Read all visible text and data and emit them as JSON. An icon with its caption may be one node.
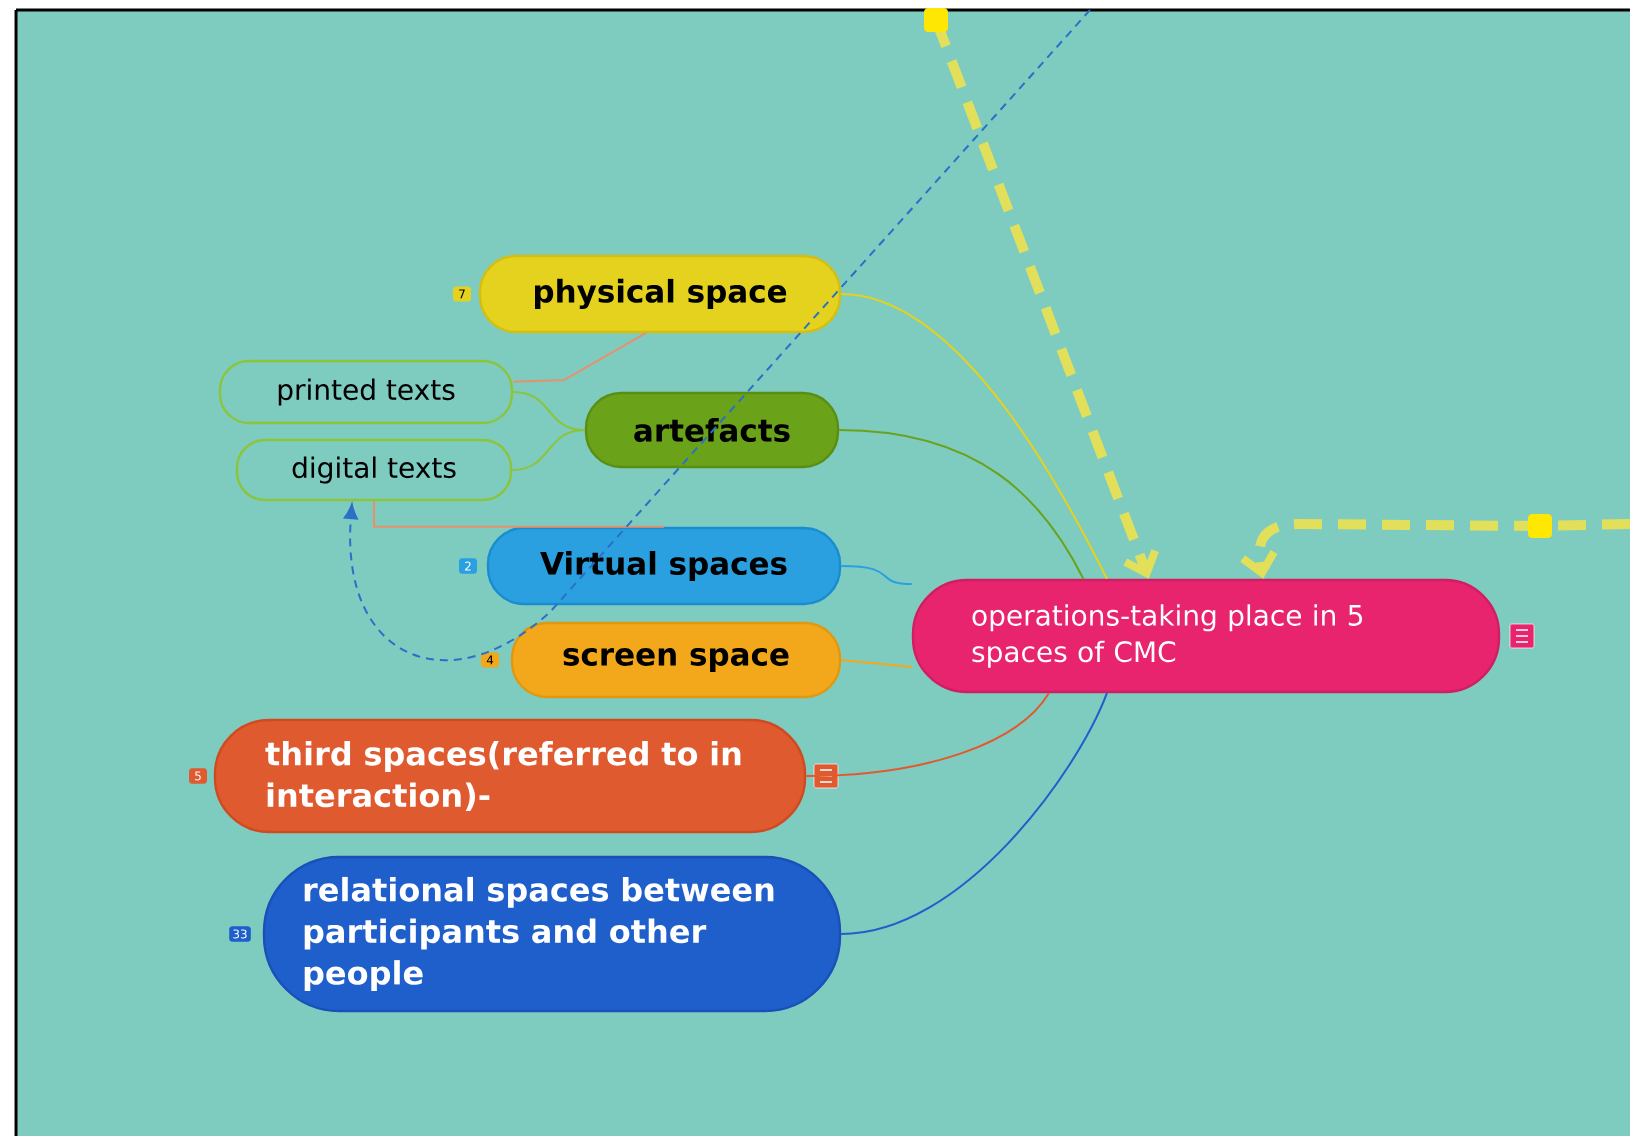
{
  "diagram": {
    "nodes": [
      {
        "text": [
          "operations-taking place in 5 spaces of CMC"
        ]
      },
      {
        "text": [
          "physical space"
        ],
        "beside": [
          "7"
        ]
      },
      {
        "text": [
          "artefacts"
        ]
      },
      {
        "text": [
          "printed texts"
        ]
      },
      {
        "text": [
          "digital texts"
        ]
      },
      {
        "text": [
          "Virtual spaces"
        ],
        "beside": [
          "2"
        ]
      },
      {
        "text": [
          "screen space"
        ],
        "beside": [
          "4"
        ]
      },
      {
        "text": [
          "third spaces(referred to in interaction)-"
        ],
        "beside": [
          "5"
        ]
      },
      {
        "text": [
          "relational spaces between participants and other people"
        ],
        "beside": [
          "33"
        ]
      }
    ],
    "edges": [
      {
        "from": 1,
        "to": 0,
        "arrow": "none",
        "color": "#e5d21e"
      },
      {
        "from": 2,
        "to": 0,
        "arrow": "none",
        "color": "#6aa21a"
      },
      {
        "from": 5,
        "to": 0,
        "arrow": "none",
        "color": "#2aa0e0"
      },
      {
        "from": 6,
        "to": 0,
        "arrow": "none",
        "color": "#f2a81a"
      },
      {
        "from": 7,
        "to": 0,
        "arrow": "none",
        "color": "#e05a30"
      },
      {
        "from": 8,
        "to": 0,
        "arrow": "none",
        "color": "#1e5fcc"
      },
      {
        "from": 3,
        "to": 2,
        "arrow": "none",
        "color": "#8cc43c"
      },
      {
        "from": 4,
        "to": 2,
        "arrow": "none",
        "color": "#8cc43c"
      },
      {
        "from": 1,
        "to": 3,
        "arrow": "none",
        "color": "#e8906a"
      },
      {
        "from": 4,
        "to": 5,
        "arrow": "none",
        "color": "#e8906a"
      },
      {
        "from": null,
        "to": 4,
        "arrow": "to",
        "style": "dashed",
        "color": "#2a70c8"
      },
      {
        "from": null,
        "to": 0,
        "arrow": "to",
        "style": "dashed",
        "color": "#e2e05a"
      },
      {
        "from": null,
        "to": 0,
        "arrow": "to",
        "style": "dashed",
        "color": "#e2e05a"
      }
    ]
  }
}
